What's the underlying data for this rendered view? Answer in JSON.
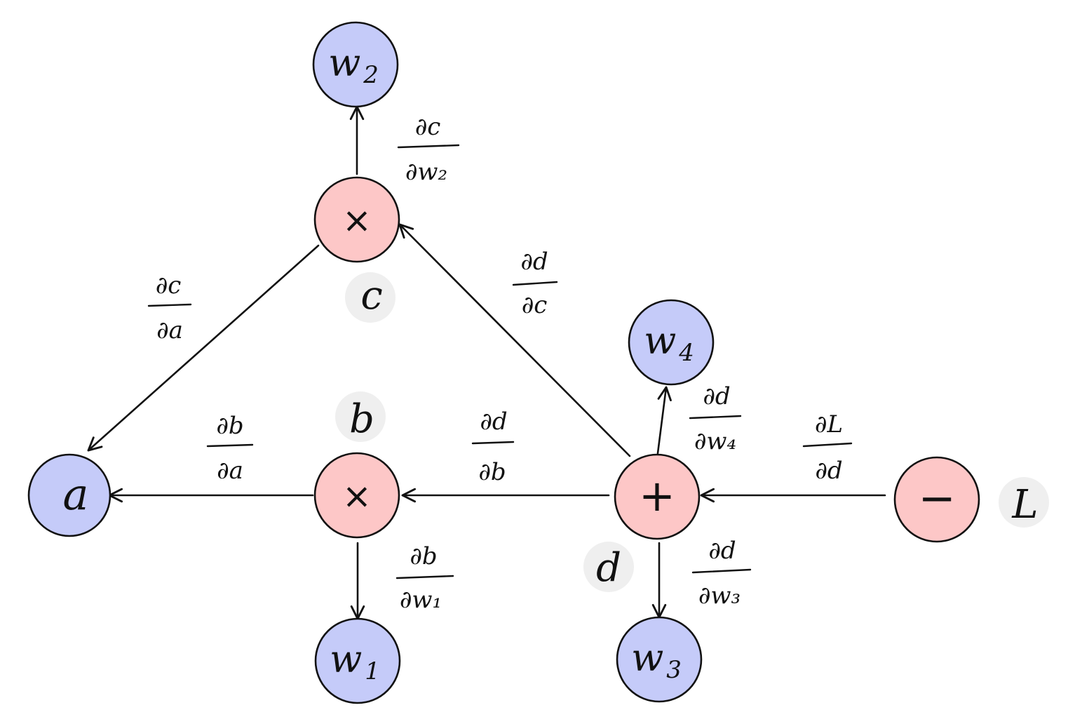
{
  "colors": {
    "variable_fill": "#c5cbf9",
    "operation_fill": "#fdc7c7",
    "tag_bg": "#efefef",
    "stroke": "#111111"
  },
  "nodes": {
    "w2": {
      "main": "w",
      "sub": "2"
    },
    "c_op": {
      "symbol": "×"
    },
    "a": {
      "main": "a"
    },
    "b_op": {
      "symbol": "×"
    },
    "w1": {
      "main": "w",
      "sub": "1"
    },
    "d_op": {
      "symbol": "+"
    },
    "w4": {
      "main": "w",
      "sub": "4"
    },
    "w3": {
      "main": "w",
      "sub": "3"
    },
    "l_op": {
      "symbol": "−"
    }
  },
  "tags": {
    "c": "c",
    "b": "b",
    "d": "d",
    "L": "L"
  },
  "derivatives": {
    "dc_dw2": {
      "num": "∂c",
      "den": "∂w₂"
    },
    "dc_da": {
      "num": "∂c",
      "den": "∂a"
    },
    "dd_dc": {
      "num": "∂d",
      "den": "∂c"
    },
    "db_da": {
      "num": "∂b",
      "den": "∂a"
    },
    "dd_db": {
      "num": "∂d",
      "den": "∂b"
    },
    "dd_dw4": {
      "num": "∂d",
      "den": "∂w₄"
    },
    "dL_dd": {
      "num": "∂L",
      "den": "∂d"
    },
    "db_dw1": {
      "num": "∂b",
      "den": "∂w₁"
    },
    "dd_dw3": {
      "num": "∂d",
      "den": "∂w₃"
    }
  }
}
